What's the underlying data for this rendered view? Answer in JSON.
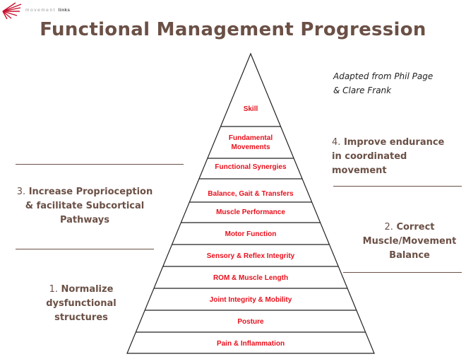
{
  "logo": {
    "text_light": "movement",
    "text_bold": "links",
    "mark": "trademark"
  },
  "title": "Functional Management Progression",
  "credit": [
    "Adapted from Phil Page",
    "& Clare Frank"
  ],
  "tiers": [
    [
      "Skill"
    ],
    [
      "Fundamental",
      "Movements"
    ],
    [
      "Functional Synergies"
    ],
    [
      "Balance, Gait & Transfers"
    ],
    [
      "Muscle Performance"
    ],
    [
      "Motor Function"
    ],
    [
      "Sensory & Reflex Integrity"
    ],
    [
      "ROM & Muscle Length"
    ],
    [
      "Joint Integrity & Mobility"
    ],
    [
      "Posture"
    ],
    [
      "Pain & Inflammation"
    ]
  ],
  "notes": {
    "n1": {
      "num": "1.",
      "lines": [
        "Normalize",
        "dysfunctional",
        "structures"
      ]
    },
    "n2": {
      "num": "2.",
      "lines": [
        "Correct",
        "Muscle/Movement",
        "Balance"
      ]
    },
    "n3": {
      "num": "3.",
      "lines": [
        "Increase Proprioception",
        "& facilitate Subcortical",
        "Pathways"
      ]
    },
    "n4": {
      "num": "4.",
      "lines": [
        "Improve endurance",
        "in coordinated movement"
      ]
    }
  },
  "colors": {
    "accent_red": "#e8101c",
    "text_brown": "#6b5046",
    "line": "#222222"
  }
}
